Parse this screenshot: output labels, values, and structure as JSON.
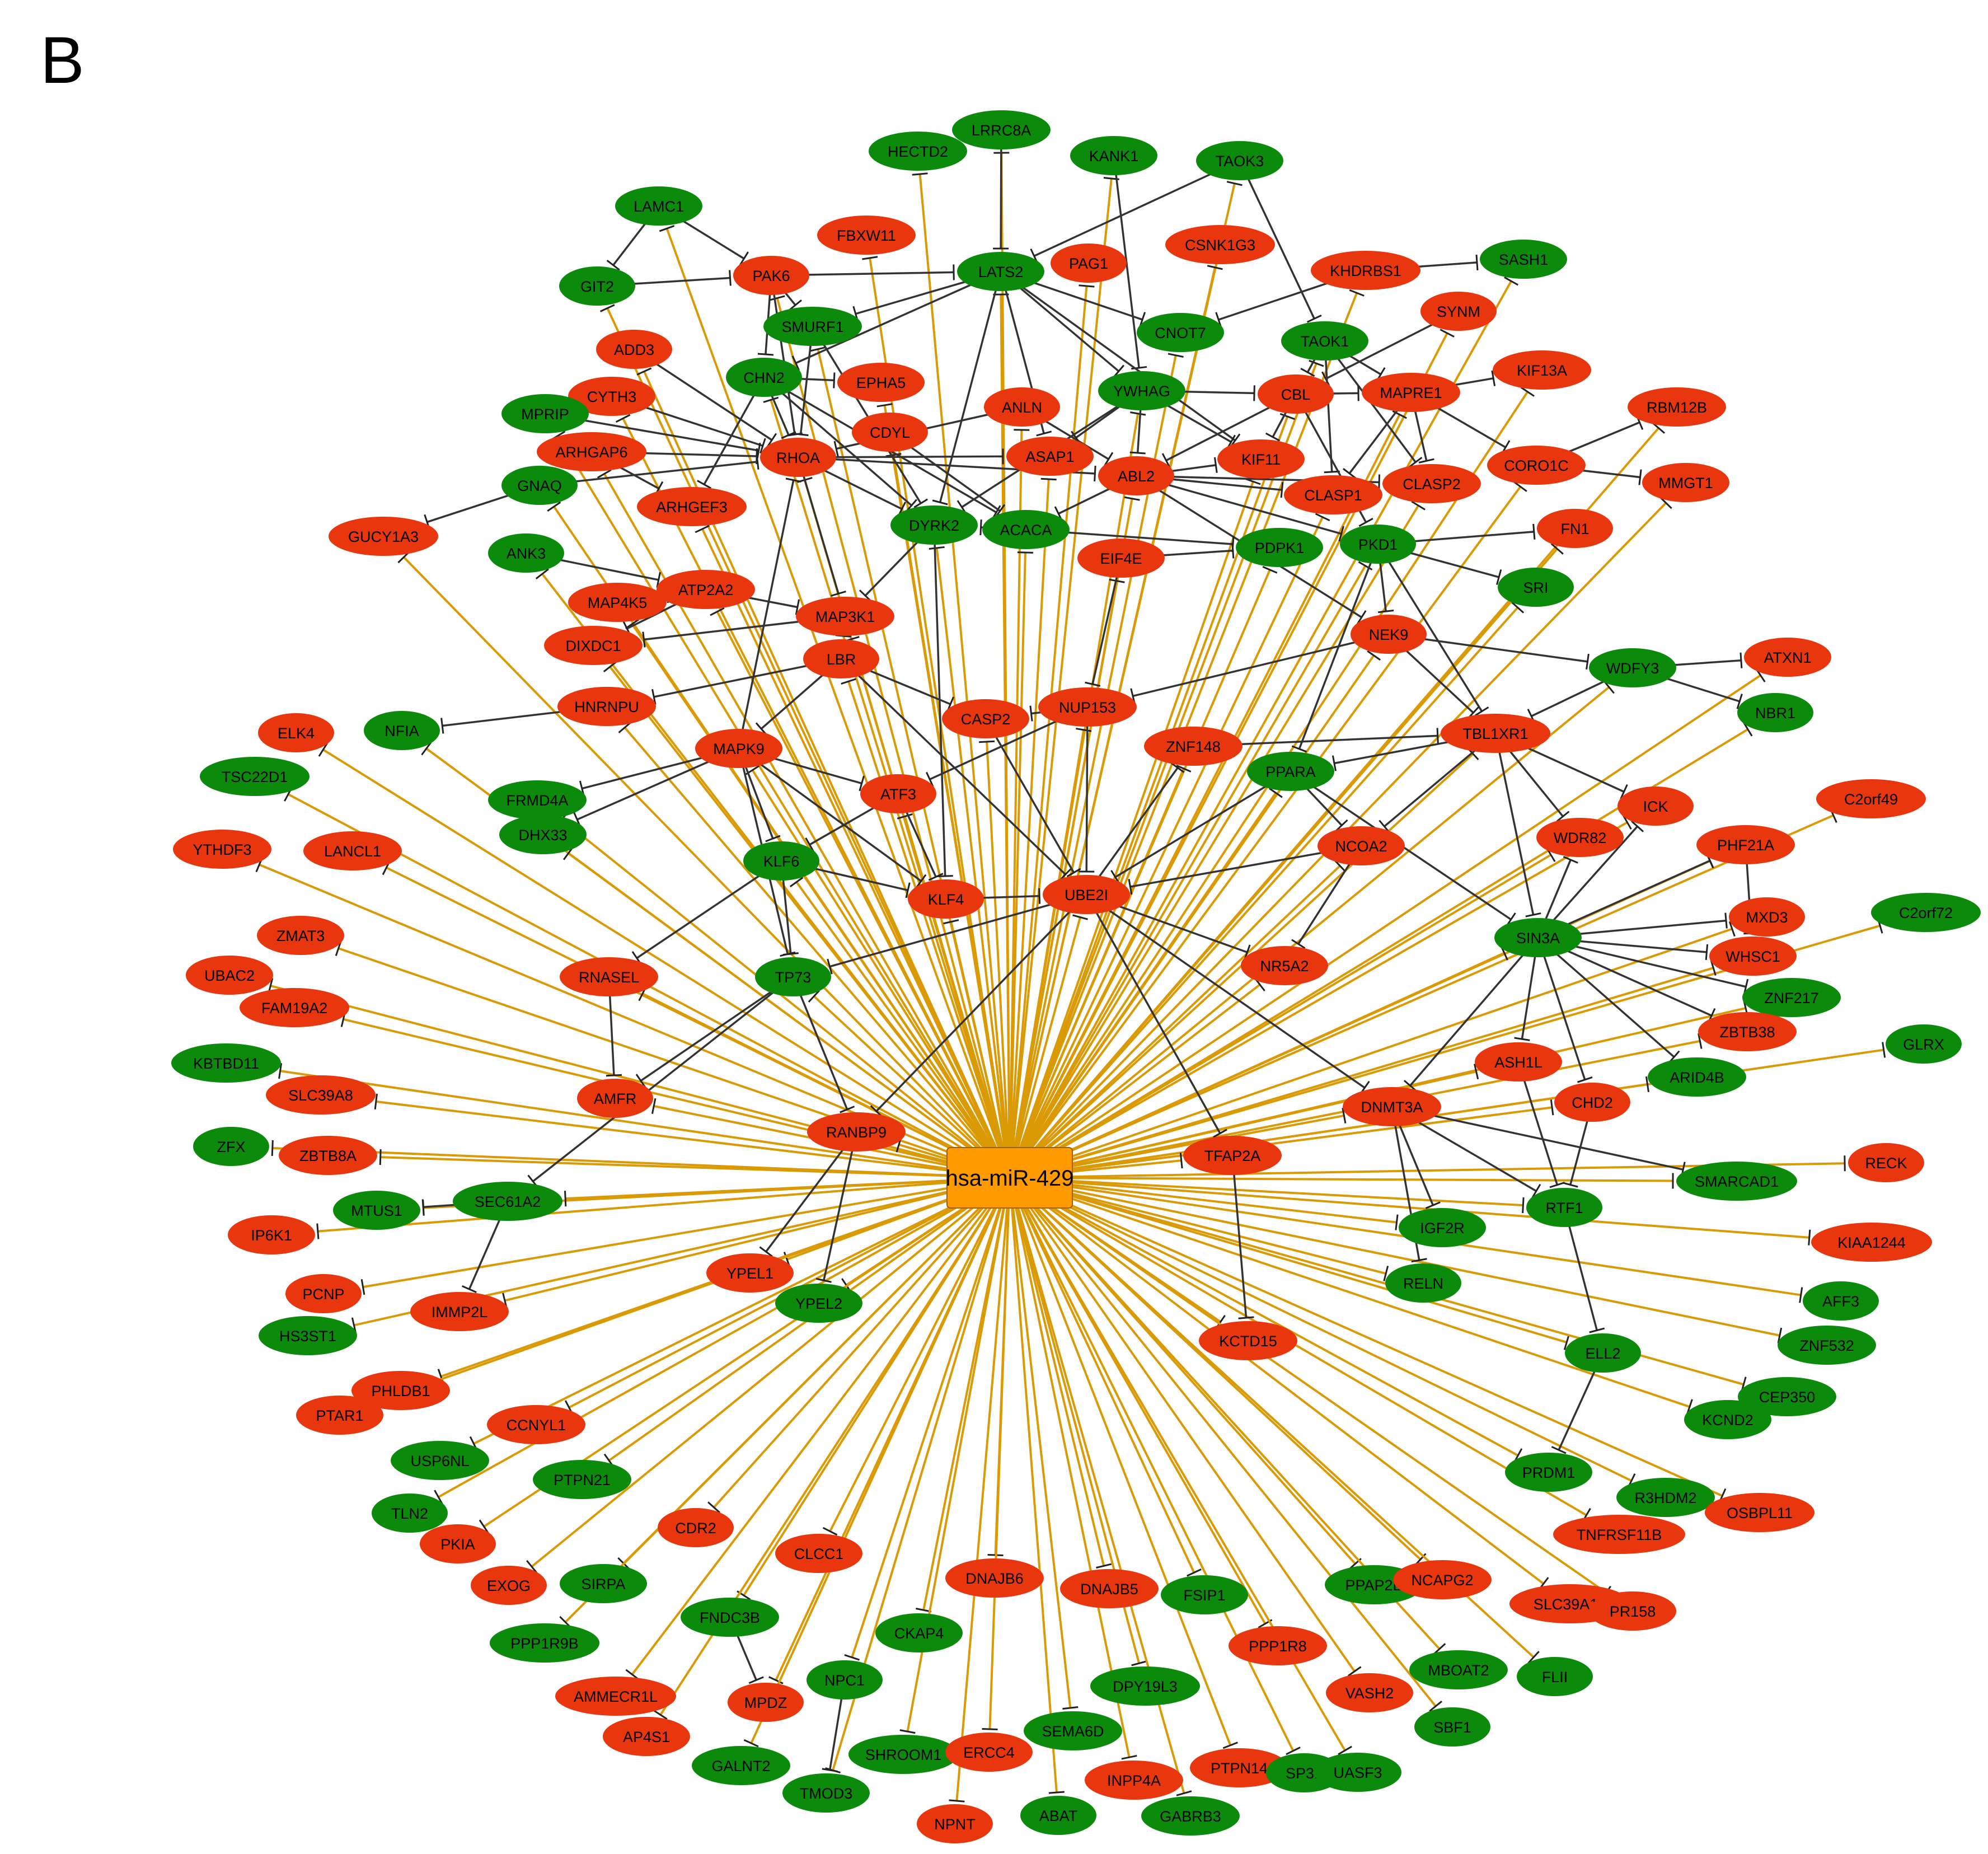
{
  "panel_label": "B",
  "colors": {
    "up": "#e8360e",
    "down": "#0b8a0b",
    "hub_fill": "#ff9a00",
    "mirna_edge": "#d99a06",
    "ppi_edge": "#333333",
    "background": "#ffffff"
  },
  "hub": "hsa-miR-429",
  "nodes": [
    {
      "id": "LRRC8A",
      "s": "down"
    },
    {
      "id": "HECTD2",
      "s": "down"
    },
    {
      "id": "KANK1",
      "s": "down"
    },
    {
      "id": "TAOK3",
      "s": "down"
    },
    {
      "id": "LAMC1",
      "s": "down"
    },
    {
      "id": "FBXW11",
      "s": "up"
    },
    {
      "id": "CSNK1G3",
      "s": "up"
    },
    {
      "id": "PAG1",
      "s": "up"
    },
    {
      "id": "GIT2",
      "s": "down"
    },
    {
      "id": "PAK6",
      "s": "up"
    },
    {
      "id": "LATS2",
      "s": "down"
    },
    {
      "id": "KHDRBS1",
      "s": "up"
    },
    {
      "id": "SASH1",
      "s": "down"
    },
    {
      "id": "SMURF1",
      "s": "down"
    },
    {
      "id": "CNOT7",
      "s": "down"
    },
    {
      "id": "SYNM",
      "s": "up"
    },
    {
      "id": "TAOK1",
      "s": "down"
    },
    {
      "id": "ADD3",
      "s": "up"
    },
    {
      "id": "KIF13A",
      "s": "up"
    },
    {
      "id": "CHN2",
      "s": "down"
    },
    {
      "id": "EPHA5",
      "s": "up"
    },
    {
      "id": "YWHAG",
      "s": "down"
    },
    {
      "id": "CBL",
      "s": "up"
    },
    {
      "id": "MAPRE1",
      "s": "up"
    },
    {
      "id": "CYTH3",
      "s": "up"
    },
    {
      "id": "RBM12B",
      "s": "up"
    },
    {
      "id": "MPRIP",
      "s": "down"
    },
    {
      "id": "ANLN",
      "s": "up"
    },
    {
      "id": "CDYL",
      "s": "up"
    },
    {
      "id": "ARHGAP6",
      "s": "up"
    },
    {
      "id": "RHOA",
      "s": "up"
    },
    {
      "id": "ASAP1",
      "s": "up"
    },
    {
      "id": "KIF11",
      "s": "up"
    },
    {
      "id": "CORO1C",
      "s": "up"
    },
    {
      "id": "ABL2",
      "s": "up"
    },
    {
      "id": "CLASP2",
      "s": "up"
    },
    {
      "id": "GNAQ",
      "s": "down"
    },
    {
      "id": "CLASP1",
      "s": "up"
    },
    {
      "id": "MMGT1",
      "s": "up"
    },
    {
      "id": "ARHGEF3",
      "s": "up"
    },
    {
      "id": "DYRK2",
      "s": "down"
    },
    {
      "id": "ACACA",
      "s": "down"
    },
    {
      "id": "GUCY1A3",
      "s": "up"
    },
    {
      "id": "FN1",
      "s": "up"
    },
    {
      "id": "PKD1",
      "s": "down"
    },
    {
      "id": "ANK3",
      "s": "down"
    },
    {
      "id": "PDPK1",
      "s": "down"
    },
    {
      "id": "EIF4E",
      "s": "up"
    },
    {
      "id": "ATP2A2",
      "s": "up"
    },
    {
      "id": "SRI",
      "s": "down"
    },
    {
      "id": "MAP4K5",
      "s": "up"
    },
    {
      "id": "MAP3K1",
      "s": "up"
    },
    {
      "id": "NEK9",
      "s": "up"
    },
    {
      "id": "DIXDC1",
      "s": "up"
    },
    {
      "id": "LBR",
      "s": "up"
    },
    {
      "id": "ATXN1",
      "s": "up"
    },
    {
      "id": "WDFY3",
      "s": "down"
    },
    {
      "id": "HNRNPU",
      "s": "up"
    },
    {
      "id": "NUP153",
      "s": "up"
    },
    {
      "id": "CASP2",
      "s": "up"
    },
    {
      "id": "NBR1",
      "s": "down"
    },
    {
      "id": "ELK4",
      "s": "up"
    },
    {
      "id": "NFIA",
      "s": "down"
    },
    {
      "id": "TBL1XR1",
      "s": "up"
    },
    {
      "id": "MAPK9",
      "s": "up"
    },
    {
      "id": "ZNF148",
      "s": "up"
    },
    {
      "id": "TSC22D1",
      "s": "down"
    },
    {
      "id": "PPARA",
      "s": "down"
    },
    {
      "id": "FRMD4A",
      "s": "down"
    },
    {
      "id": "ATF3",
      "s": "up"
    },
    {
      "id": "ICK",
      "s": "up"
    },
    {
      "id": "C2orf49",
      "s": "up"
    },
    {
      "id": "DHX33",
      "s": "down"
    },
    {
      "id": "NCOA2",
      "s": "up"
    },
    {
      "id": "WDR82",
      "s": "up"
    },
    {
      "id": "YTHDF3",
      "s": "up"
    },
    {
      "id": "LANCL1",
      "s": "up"
    },
    {
      "id": "PHF21A",
      "s": "up"
    },
    {
      "id": "KLF6",
      "s": "down"
    },
    {
      "id": "KLF4",
      "s": "up"
    },
    {
      "id": "UBE2I",
      "s": "up"
    },
    {
      "id": "C2orf72",
      "s": "down"
    },
    {
      "id": "MXD3",
      "s": "up"
    },
    {
      "id": "ZMAT3",
      "s": "up"
    },
    {
      "id": "SIN3A",
      "s": "down"
    },
    {
      "id": "WHSC1",
      "s": "up"
    },
    {
      "id": "UBAC2",
      "s": "up"
    },
    {
      "id": "NR5A2",
      "s": "up"
    },
    {
      "id": "RNASEL",
      "s": "up"
    },
    {
      "id": "TP73",
      "s": "down"
    },
    {
      "id": "ZNF217",
      "s": "down"
    },
    {
      "id": "FAM19A2",
      "s": "up"
    },
    {
      "id": "ZBTB38",
      "s": "up"
    },
    {
      "id": "GLRX",
      "s": "down"
    },
    {
      "id": "KBTBD11",
      "s": "down"
    },
    {
      "id": "ASH1L",
      "s": "up"
    },
    {
      "id": "ARID4B",
      "s": "down"
    },
    {
      "id": "SLC39A8",
      "s": "up"
    },
    {
      "id": "AMFR",
      "s": "up"
    },
    {
      "id": "CHD2",
      "s": "up"
    },
    {
      "id": "DNMT3A",
      "s": "up"
    },
    {
      "id": "RANBP9",
      "s": "up"
    },
    {
      "id": "ZFX",
      "s": "down"
    },
    {
      "id": "ZBTB8A",
      "s": "up"
    },
    {
      "id": "TFAP2A",
      "s": "up"
    },
    {
      "id": "RECK",
      "s": "up"
    },
    {
      "id": "SMARCAD1",
      "s": "down"
    },
    {
      "id": "MTUS1",
      "s": "down"
    },
    {
      "id": "SEC61A2",
      "s": "down"
    },
    {
      "id": "RTF1",
      "s": "down"
    },
    {
      "id": "IP6K1",
      "s": "up"
    },
    {
      "id": "IGF2R",
      "s": "down"
    },
    {
      "id": "KIAA1244",
      "s": "up"
    },
    {
      "id": "YPEL1",
      "s": "up"
    },
    {
      "id": "RELN",
      "s": "down"
    },
    {
      "id": "PCNP",
      "s": "up"
    },
    {
      "id": "AFF3",
      "s": "down"
    },
    {
      "id": "YPEL2",
      "s": "down"
    },
    {
      "id": "IMMP2L",
      "s": "up"
    },
    {
      "id": "HS3ST1",
      "s": "down"
    },
    {
      "id": "KCTD15",
      "s": "up"
    },
    {
      "id": "ZNF532",
      "s": "down"
    },
    {
      "id": "ELL2",
      "s": "down"
    },
    {
      "id": "PHLDB1",
      "s": "up"
    },
    {
      "id": "CEP350",
      "s": "down"
    },
    {
      "id": "KCND2",
      "s": "down"
    },
    {
      "id": "PTAR1",
      "s": "up"
    },
    {
      "id": "CCNYL1",
      "s": "up"
    },
    {
      "id": "USP6NL",
      "s": "down"
    },
    {
      "id": "PTPN21",
      "s": "down"
    },
    {
      "id": "PRDM1",
      "s": "down"
    },
    {
      "id": "R3HDM2",
      "s": "down"
    },
    {
      "id": "OSBPL11",
      "s": "up"
    },
    {
      "id": "TLN2",
      "s": "down"
    },
    {
      "id": "TNFRSF11B",
      "s": "up"
    },
    {
      "id": "CDR2",
      "s": "up"
    },
    {
      "id": "PKIA",
      "s": "up"
    },
    {
      "id": "CLCC1",
      "s": "up"
    },
    {
      "id": "EXOG",
      "s": "up"
    },
    {
      "id": "SIRPA",
      "s": "down"
    },
    {
      "id": "DNAJB6",
      "s": "up"
    },
    {
      "id": "DNAJB5",
      "s": "up"
    },
    {
      "id": "FSIP1",
      "s": "down"
    },
    {
      "id": "PPAP2B",
      "s": "down"
    },
    {
      "id": "NCAPG2",
      "s": "up"
    },
    {
      "id": "SLC39A14",
      "s": "up"
    },
    {
      "id": "PR158",
      "s": "up"
    },
    {
      "id": "FNDC3B",
      "s": "down"
    },
    {
      "id": "PPP1R9B",
      "s": "down"
    },
    {
      "id": "CKAP4",
      "s": "down"
    },
    {
      "id": "PPP1R8",
      "s": "up"
    },
    {
      "id": "MBOAT2",
      "s": "down"
    },
    {
      "id": "FLII",
      "s": "down"
    },
    {
      "id": "NPC1",
      "s": "down"
    },
    {
      "id": "DPY19L3",
      "s": "down"
    },
    {
      "id": "AMMECR1L",
      "s": "up"
    },
    {
      "id": "MPDZ",
      "s": "up"
    },
    {
      "id": "VASH2",
      "s": "up"
    },
    {
      "id": "SBF1",
      "s": "down"
    },
    {
      "id": "AP4S1",
      "s": "up"
    },
    {
      "id": "SEMA6D",
      "s": "down"
    },
    {
      "id": "GALNT2",
      "s": "down"
    },
    {
      "id": "SHROOM1",
      "s": "down"
    },
    {
      "id": "ERCC4",
      "s": "up"
    },
    {
      "id": "PTPN14",
      "s": "up"
    },
    {
      "id": "SP31",
      "s": "down"
    },
    {
      "id": "UASF3",
      "s": "down"
    },
    {
      "id": "INPP4A",
      "s": "up"
    },
    {
      "id": "TMOD3",
      "s": "down"
    },
    {
      "id": "ABAT",
      "s": "down"
    },
    {
      "id": "GABRB3",
      "s": "down"
    },
    {
      "id": "NPNT",
      "s": "up"
    }
  ],
  "ppi_edges": [
    [
      "LAMC1",
      "GIT2"
    ],
    [
      "LAMC1",
      "PAK6"
    ],
    [
      "GIT2",
      "PAK6"
    ],
    [
      "PAK6",
      "LATS2"
    ],
    [
      "PAK6",
      "SMURF1"
    ],
    [
      "PAK6",
      "RHOA"
    ],
    [
      "PAK6",
      "CHN2"
    ],
    [
      "LRRC8A",
      "LATS2"
    ],
    [
      "KANK1",
      "YWHAG"
    ],
    [
      "TAOK3",
      "LATS2"
    ],
    [
      "TAOK3",
      "TAOK1"
    ],
    [
      "LATS2",
      "YWHAG"
    ],
    [
      "LATS2",
      "CNOT7"
    ],
    [
      "LATS2",
      "SMURF1"
    ],
    [
      "LATS2",
      "CHN2"
    ],
    [
      "LATS2",
      "ASAP1"
    ],
    [
      "LATS2",
      "KIF11"
    ],
    [
      "LATS2",
      "DYRK2"
    ],
    [
      "KHDRBS1",
      "SASH1"
    ],
    [
      "KHDRBS1",
      "CNOT7"
    ],
    [
      "SYNM",
      "CBL"
    ],
    [
      "TAOK1",
      "MAPRE1"
    ],
    [
      "TAOK1",
      "CLASP1"
    ],
    [
      "TAOK1",
      "CLASP2"
    ],
    [
      "TAOK1",
      "CBL"
    ],
    [
      "SMURF1",
      "RHOA"
    ],
    [
      "SMURF1",
      "DYRK2"
    ],
    [
      "CHN2",
      "RHOA"
    ],
    [
      "CHN2",
      "DYRK2"
    ],
    [
      "CHN2",
      "ACACA"
    ],
    [
      "CHN2",
      "EPHA5"
    ],
    [
      "CHN2",
      "ARHGEF3"
    ],
    [
      "ADD3",
      "RHOA"
    ],
    [
      "CYTH3",
      "RHOA"
    ],
    [
      "MPRIP",
      "RHOA"
    ],
    [
      "ARHGAP6",
      "RHOA"
    ],
    [
      "ARHGAP6",
      "ARHGEF3"
    ],
    [
      "GNAQ",
      "RHOA"
    ],
    [
      "GNAQ",
      "GUCY1A3"
    ],
    [
      "RHOA",
      "ASAP1"
    ],
    [
      "RHOA",
      "MAP3K1"
    ],
    [
      "RHOA",
      "ABL2"
    ],
    [
      "RHOA",
      "DYRK2"
    ],
    [
      "CDYL",
      "ACACA"
    ],
    [
      "ANLN",
      "ABL2"
    ],
    [
      "ANLN",
      "RHOA"
    ],
    [
      "YWHAG",
      "CBL"
    ],
    [
      "YWHAG",
      "ABL2"
    ],
    [
      "YWHAG",
      "ASAP1"
    ],
    [
      "YWHAG",
      "KIF11"
    ],
    [
      "YWHAG",
      "DYRK2"
    ],
    [
      "CBL",
      "MAPRE1"
    ],
    [
      "CBL",
      "ABL2"
    ],
    [
      "CBL",
      "KIF11"
    ],
    [
      "CBL",
      "PKD1"
    ],
    [
      "MAPRE1",
      "KIF13A"
    ],
    [
      "MAPRE1",
      "CLASP1"
    ],
    [
      "MAPRE1",
      "CLASP2"
    ],
    [
      "MAPRE1",
      "CORO1C"
    ],
    [
      "CORO1C",
      "RBM12B"
    ],
    [
      "CORO1C",
      "MMGT1"
    ],
    [
      "ABL2",
      "CLASP1"
    ],
    [
      "ABL2",
      "ACACA"
    ],
    [
      "ABL2",
      "KIF11"
    ],
    [
      "ABL2",
      "CLASP2"
    ],
    [
      "ABL2",
      "PKD1"
    ],
    [
      "ABL2",
      "NEK9"
    ],
    [
      "ACACA",
      "PDPK1"
    ],
    [
      "ACACA",
      "DYRK2"
    ],
    [
      "DYRK2",
      "MAP3K1"
    ],
    [
      "DYRK2",
      "KLF4"
    ],
    [
      "EIF4E",
      "PDPK1"
    ],
    [
      "EIF4E",
      "NUP153"
    ],
    [
      "PKD1",
      "FN1"
    ],
    [
      "PKD1",
      "SRI"
    ],
    [
      "PKD1",
      "NEK9"
    ],
    [
      "PKD1",
      "TBL1XR1"
    ],
    [
      "PKD1",
      "PPARA"
    ],
    [
      "ANK3",
      "ATP2A2"
    ],
    [
      "ATP2A2",
      "MAP4K5"
    ],
    [
      "ATP2A2",
      "MAP3K1"
    ],
    [
      "ATP2A2",
      "DIXDC1"
    ],
    [
      "MAP3K1",
      "LBR"
    ],
    [
      "MAP3K1",
      "DIXDC1"
    ],
    [
      "LBR",
      "HNRNPU"
    ],
    [
      "LBR",
      "MAPK9"
    ],
    [
      "LBR",
      "CASP2"
    ],
    [
      "LBR",
      "UBE2I"
    ],
    [
      "NEK9",
      "WDFY3"
    ],
    [
      "NEK9",
      "NUP153"
    ],
    [
      "NEK9",
      "TBL1XR1"
    ],
    [
      "WDFY3",
      "ATXN1"
    ],
    [
      "WDFY3",
      "NBR1"
    ],
    [
      "WDFY3",
      "TBL1XR1"
    ],
    [
      "HNRNPU",
      "NFIA"
    ],
    [
      "NUP153",
      "CASP2"
    ],
    [
      "NUP153",
      "ATF3"
    ],
    [
      "NUP153",
      "UBE2I"
    ],
    [
      "TBL1XR1",
      "PPARA"
    ],
    [
      "TBL1XR1",
      "NCOA2"
    ],
    [
      "TBL1XR1",
      "WDR82"
    ],
    [
      "TBL1XR1",
      "SIN3A"
    ],
    [
      "TBL1XR1",
      "ICK"
    ],
    [
      "MAPK9",
      "ATF3"
    ],
    [
      "MAPK9",
      "KLF6"
    ],
    [
      "MAPK9",
      "DHX33"
    ],
    [
      "MAPK9",
      "FRMD4A"
    ],
    [
      "MAPK9",
      "TP73"
    ],
    [
      "MAPK9",
      "KLF4"
    ],
    [
      "MAPK9",
      "RHOA"
    ],
    [
      "ATF3",
      "KLF6"
    ],
    [
      "ATF3",
      "KLF4"
    ],
    [
      "PPARA",
      "NCOA2"
    ],
    [
      "PPARA",
      "SIN3A"
    ],
    [
      "PPARA",
      "UBE2I"
    ],
    [
      "NCOA2",
      "UBE2I"
    ],
    [
      "NCOA2",
      "NR5A2"
    ],
    [
      "KLF6",
      "KLF4"
    ],
    [
      "KLF6",
      "RNASEL"
    ],
    [
      "KLF6",
      "TP73"
    ],
    [
      "KLF4",
      "UBE2I"
    ],
    [
      "UBE2I",
      "TP73"
    ],
    [
      "UBE2I",
      "NR5A2"
    ],
    [
      "UBE2I",
      "DNMT3A"
    ],
    [
      "UBE2I",
      "TFAP2A"
    ],
    [
      "UBE2I",
      "RANBP9"
    ],
    [
      "UBE2I",
      "ZNF148"
    ],
    [
      "SIN3A",
      "PHF21A"
    ],
    [
      "SIN3A",
      "MXD3"
    ],
    [
      "SIN3A",
      "WHSC1"
    ],
    [
      "SIN3A",
      "ZNF217"
    ],
    [
      "SIN3A",
      "ZBTB38"
    ],
    [
      "SIN3A",
      "ASH1L"
    ],
    [
      "SIN3A",
      "ARID4B"
    ],
    [
      "SIN3A",
      "CHD2"
    ],
    [
      "SIN3A",
      "DNMT3A"
    ],
    [
      "SIN3A",
      "WDR82"
    ],
    [
      "SIN3A",
      "ICK"
    ],
    [
      "PHF21A",
      "WHSC1"
    ],
    [
      "ASH1L",
      "RTF1"
    ],
    [
      "CHD2",
      "RTF1"
    ],
    [
      "DNMT3A",
      "IGF2R"
    ],
    [
      "DNMT3A",
      "RELN"
    ],
    [
      "DNMT3A",
      "RTF1"
    ],
    [
      "DNMT3A",
      "SMARCAD1"
    ],
    [
      "RTF1",
      "ELL2"
    ],
    [
      "ELL2",
      "PRDM1"
    ],
    [
      "TP73",
      "AMFR"
    ],
    [
      "TP73",
      "SEC61A2"
    ],
    [
      "TP73",
      "RANBP9"
    ],
    [
      "RNASEL",
      "AMFR"
    ],
    [
      "RANBP9",
      "YPEL1"
    ],
    [
      "RANBP9",
      "YPEL2"
    ],
    [
      "SEC61A2",
      "IMMP2L"
    ],
    [
      "SEC61A2",
      "MTUS1"
    ],
    [
      "TFAP2A",
      "KCTD15"
    ],
    [
      "FNDC3B",
      "MPDZ"
    ],
    [
      "NPC1",
      "TMOD3"
    ],
    [
      "CASP2",
      "UBE2I"
    ],
    [
      "ZNF148",
      "TBL1XR1"
    ]
  ]
}
